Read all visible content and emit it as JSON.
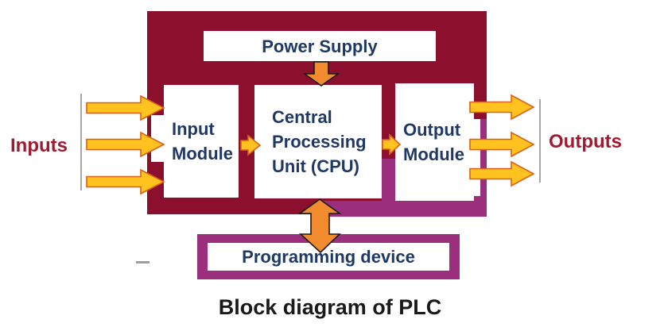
{
  "diagram": {
    "title": "Block diagram of PLC",
    "side_labels": {
      "inputs": "Inputs",
      "outputs": "Outputs"
    },
    "blocks": {
      "power_supply": {
        "label": "Power Supply"
      },
      "input_module": {
        "line1": "Input",
        "line2": "Module"
      },
      "cpu": {
        "line1": "Central",
        "line2": "Processing",
        "line3": "Unit (CPU)"
      },
      "output_module": {
        "line1": "Output",
        "line2": "Module"
      },
      "programming_device": {
        "label": "Programming device"
      }
    },
    "arrows": {
      "inputs_to_input_module": {
        "count": 3,
        "direction": "right",
        "color": "#FFC21E"
      },
      "output_module_to_outputs": {
        "count": 3,
        "direction": "right",
        "color": "#FFC21E"
      },
      "input_module_to_cpu": {
        "direction": "right",
        "color": "#FFC21E"
      },
      "cpu_to_output_module": {
        "direction": "right",
        "color": "#FFC21E"
      },
      "power_supply_to_cpu": {
        "direction": "down",
        "color": "#F28A2E"
      },
      "cpu_programming_device": {
        "direction": "bidirectional",
        "color": "#F28A2E"
      }
    },
    "colors": {
      "maroon_frame": "#8C102E",
      "magenta_frame": "#9C2E7E",
      "orange_arrow": "#F28A2E",
      "yellow_arrow": "#FFC21E",
      "yellow_arrow_border": "#D9611E",
      "block_text_navy": "#1F3864",
      "side_label_red": "#A01A30",
      "title_black": "#1A1A1A",
      "guide_line_gray": "#A6A6A6"
    }
  }
}
